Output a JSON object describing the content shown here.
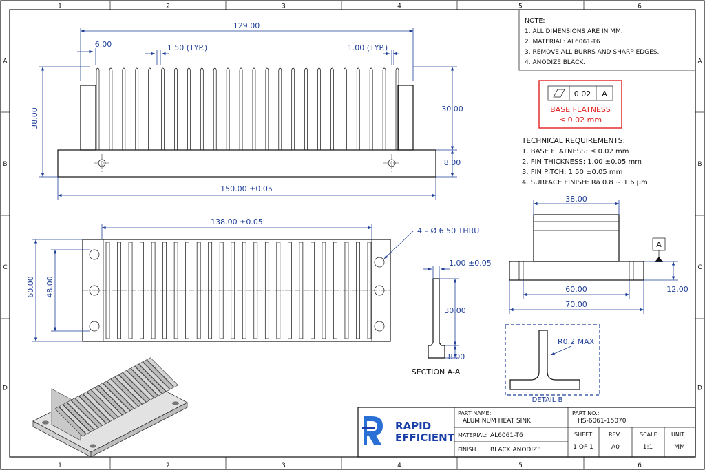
{
  "frame": {
    "columns": [
      "1",
      "2",
      "3",
      "4",
      "5",
      "6"
    ],
    "rows": [
      "A",
      "B",
      "C",
      "D"
    ]
  },
  "notes": {
    "header": "NOTE:",
    "items": [
      "1.  ALL DIMENSIONS ARE IN MM.",
      "2.  MATERIAL: AL6061-T6",
      "3.  REMOVE ALL BURRS AND SHARP EDGES.",
      "4.  ANODIZE BLACK."
    ]
  },
  "flatness": {
    "value": "0.02",
    "datum": "A",
    "label": "BASE FLATNESS",
    "value_line": "≤ 0.02 mm"
  },
  "tech": {
    "header": "TECHNICAL REQUIREMENTS:",
    "items": [
      "1.  BASE FLATNESS: ≤ 0.02 mm",
      "2.  FIN THICKNESS: 1.00 ±0.05 mm",
      "3.  FIN PITCH: 1.50 ±0.05 mm",
      "4.  SURFACE FINISH:  Ra 0.8 ~ 1.6 µm"
    ]
  },
  "front_view": {
    "overall_fin": "129.00",
    "edge": "6.00",
    "fin_typ": "1.50 (TYP.)",
    "fin_thk": "1.00 (TYP.)",
    "height": "38.00",
    "fin_h": "30.00",
    "base_h": "8.00",
    "base_w": "150.00 ±0.05"
  },
  "top_view": {
    "hole_spacing": "138.00 ±0.05",
    "holes": "4 – Ø 6.50 THRU",
    "width": "60.00",
    "hole_y": "48.00"
  },
  "section": {
    "thk": "1.00 ±0.05",
    "fin_h": "30.00",
    "base_h": "8.00",
    "label": "SECTION A-A"
  },
  "side_view": {
    "top_w": "38.00",
    "datum": "A",
    "inner_w": "60.00",
    "outer_w": "70.00",
    "h": "12.00"
  },
  "detail": {
    "radius": "R0.2 MAX",
    "label": "DETAIL B"
  },
  "title_block": {
    "logo_top": "RAPID",
    "logo_bottom": "EFFICIENT",
    "part_name_label": "PART NAME:",
    "part_name": "ALUMINUM HEAT SINK",
    "part_no_label": "PART NO.:",
    "part_no": "HS-6061-15070",
    "material_label": "MATERIAL:",
    "material": "AL6061-T6",
    "finish_label": "FINISH:",
    "finish": "BLACK ANODIZE",
    "sheet_label": "SHEET:",
    "sheet": "1 OF 1",
    "rev_label": "REV.:",
    "rev": "A0",
    "scale_label": "SCALE:",
    "scale": "1:1",
    "unit_label": "UNIT:",
    "unit": "MM"
  }
}
